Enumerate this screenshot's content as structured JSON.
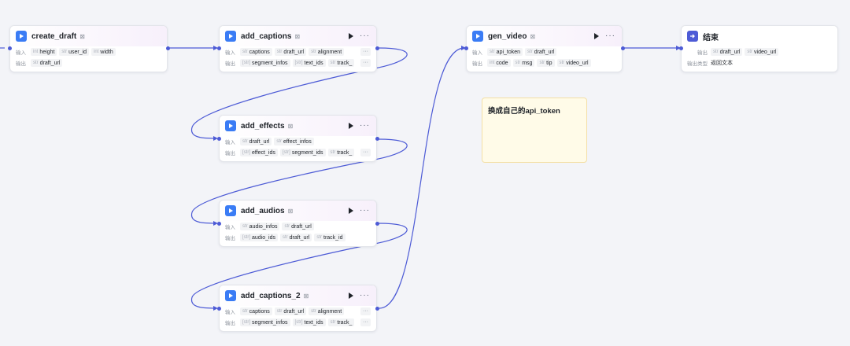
{
  "colors": {
    "wire": "#4d5bd6",
    "logo_blue": "#3a7cf5",
    "logo_end": "#4d5bd6",
    "note_bg": "#fffbe8"
  },
  "icons": {
    "plugin": "play-square-icon",
    "end": "exit-icon",
    "run": "play-icon",
    "more": "more-icon",
    "tag": "badge-icon"
  },
  "ui": {
    "input_label": "输入",
    "output_label": "输出",
    "output_type_label": "输出类型",
    "more": "···",
    "ellipsis": "···"
  },
  "nodes": {
    "create_draft": {
      "title": "create_draft",
      "tag": "⊠",
      "inputs": [
        {
          "type": "int",
          "name": "height"
        },
        {
          "type": "str",
          "name": "user_id"
        },
        {
          "type": "int",
          "name": "width"
        }
      ],
      "outputs": [
        {
          "type": "str",
          "name": "draft_url"
        }
      ]
    },
    "add_captions": {
      "title": "add_captions",
      "tag": "⊠",
      "inputs": [
        {
          "type": "str",
          "name": "captions"
        },
        {
          "type": "str",
          "name": "draft_url"
        },
        {
          "type": "str",
          "name": "alignment"
        }
      ],
      "outputs": [
        {
          "type": "[str]",
          "name": "segment_infos"
        },
        {
          "type": "[str]",
          "name": "text_ids"
        },
        {
          "type": "str",
          "name": "track_"
        }
      ]
    },
    "add_effects": {
      "title": "add_effects",
      "tag": "⊠",
      "inputs": [
        {
          "type": "str",
          "name": "draft_url"
        },
        {
          "type": "str",
          "name": "effect_infos"
        }
      ],
      "outputs": [
        {
          "type": "[str]",
          "name": "effect_ids"
        },
        {
          "type": "[str]",
          "name": "segment_ids"
        },
        {
          "type": "str",
          "name": "track_"
        }
      ]
    },
    "add_audios": {
      "title": "add_audios",
      "tag": "⊠",
      "inputs": [
        {
          "type": "str",
          "name": "audio_infos"
        },
        {
          "type": "str",
          "name": "draft_url"
        }
      ],
      "outputs": [
        {
          "type": "[str]",
          "name": "audio_ids"
        },
        {
          "type": "str",
          "name": "draft_url"
        },
        {
          "type": "str",
          "name": "track_id"
        }
      ]
    },
    "add_captions_2": {
      "title": "add_captions_2",
      "tag": "⊠",
      "inputs": [
        {
          "type": "str",
          "name": "captions"
        },
        {
          "type": "str",
          "name": "draft_url"
        },
        {
          "type": "str",
          "name": "alignment"
        }
      ],
      "outputs": [
        {
          "type": "[str]",
          "name": "segment_infos"
        },
        {
          "type": "[str]",
          "name": "text_ids"
        },
        {
          "type": "str",
          "name": "track_"
        }
      ]
    },
    "gen_video": {
      "title": "gen_video",
      "tag": "⊠",
      "inputs": [
        {
          "type": "str",
          "name": "api_token"
        },
        {
          "type": "str",
          "name": "draft_url"
        }
      ],
      "outputs": [
        {
          "type": "int",
          "name": "code"
        },
        {
          "type": "str",
          "name": "msg"
        },
        {
          "type": "str",
          "name": "tip"
        },
        {
          "type": "str",
          "name": "video_url"
        }
      ]
    },
    "end": {
      "title": "结束",
      "outputs": [
        {
          "type": "str",
          "name": "draft_url"
        },
        {
          "type": "str",
          "name": "video_url"
        }
      ],
      "output_type": "返回文本"
    }
  },
  "note": {
    "text": "换成自己的api_token"
  }
}
